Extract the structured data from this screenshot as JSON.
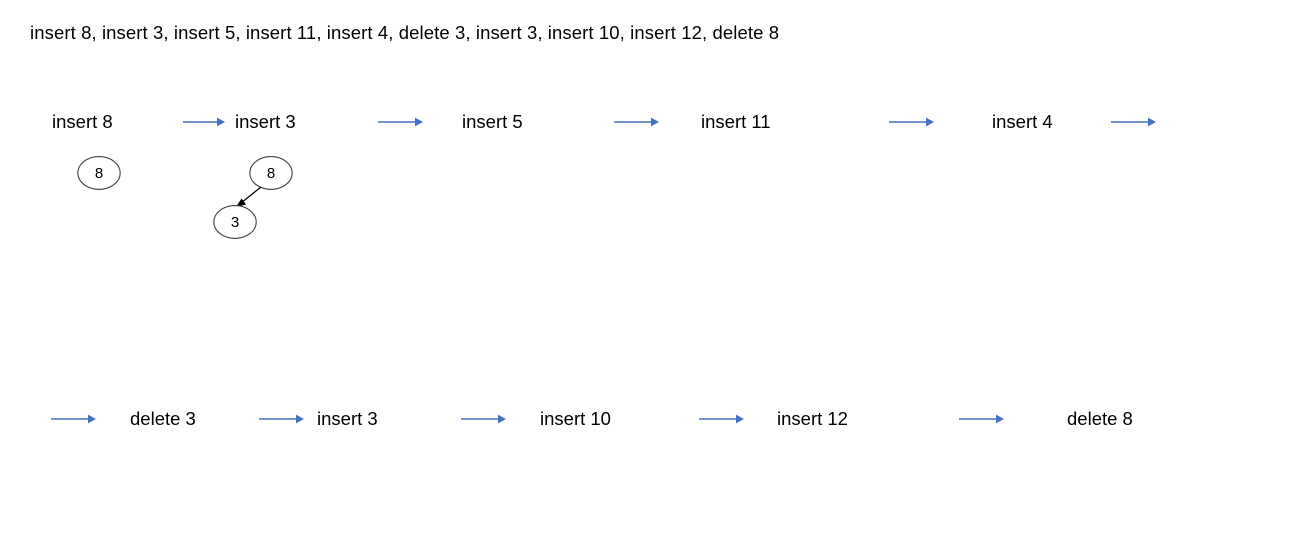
{
  "page": {
    "title_line": "insert 8,  insert 3,  insert 5,  insert 11,  insert 4,  delete 3,  insert 3,  insert 10,  insert 12,  delete 8",
    "background_color": "#ffffff",
    "arrow_color": "#4472c4",
    "node_stroke_color": "#3f3f3f",
    "node_fill_color": "#ffffff",
    "tree_edge_color": "#000000",
    "text_color": "#000000"
  },
  "steps_row1": [
    {
      "label": "insert 8"
    },
    {
      "label": "insert 3"
    },
    {
      "label": "insert 5"
    },
    {
      "label": "insert 11"
    },
    {
      "label": "insert 4"
    }
  ],
  "steps_row2": [
    {
      "label": "delete 3"
    },
    {
      "label": "insert 3"
    },
    {
      "label": "insert 10"
    },
    {
      "label": "insert 12"
    },
    {
      "label": "delete 8"
    }
  ],
  "arrows_row1": [
    {
      "name": "arrow-1"
    },
    {
      "name": "arrow-2"
    },
    {
      "name": "arrow-3"
    },
    {
      "name": "arrow-4"
    },
    {
      "name": "arrow-5"
    }
  ],
  "arrows_row2": [
    {
      "name": "arrow-6"
    },
    {
      "name": "arrow-7"
    },
    {
      "name": "arrow-8"
    },
    {
      "name": "arrow-9"
    },
    {
      "name": "arrow-10"
    }
  ],
  "trees": [
    {
      "name": "tree-after-insert-8",
      "nodes": [
        {
          "value": "8"
        }
      ]
    },
    {
      "name": "tree-after-insert-3",
      "nodes": [
        {
          "value": "8"
        },
        {
          "value": "3"
        }
      ],
      "edges": [
        {
          "from": "8",
          "to": "3"
        }
      ]
    }
  ],
  "chart_data": {
    "type": "diagram",
    "title": "insert 8,  insert 3,  insert 5,  insert 11,  insert 4,  delete 3,  insert 3,  insert 10,  insert 12,  delete 8",
    "diagram_kind": "binary-search-tree-operation-sequence",
    "operations": [
      "insert 8",
      "insert 3",
      "insert 5",
      "insert 11",
      "insert 4",
      "delete 3",
      "insert 3",
      "insert 10",
      "insert 12",
      "delete 8"
    ],
    "states": [
      {
        "after": "insert 8",
        "nodes": [
          "8"
        ],
        "edges": []
      },
      {
        "after": "insert 3",
        "nodes": [
          "8",
          "3"
        ],
        "edges": [
          [
            "8",
            "3"
          ]
        ]
      },
      {
        "after": "insert 5",
        "nodes": [],
        "edges": []
      },
      {
        "after": "insert 11",
        "nodes": [],
        "edges": []
      },
      {
        "after": "insert 4",
        "nodes": [],
        "edges": []
      },
      {
        "after": "delete 3",
        "nodes": [],
        "edges": []
      },
      {
        "after": "insert 3",
        "nodes": [],
        "edges": []
      },
      {
        "after": "insert 10",
        "nodes": [],
        "edges": []
      },
      {
        "after": "insert 12",
        "nodes": [],
        "edges": []
      },
      {
        "after": "delete 8",
        "nodes": [],
        "edges": []
      }
    ]
  }
}
